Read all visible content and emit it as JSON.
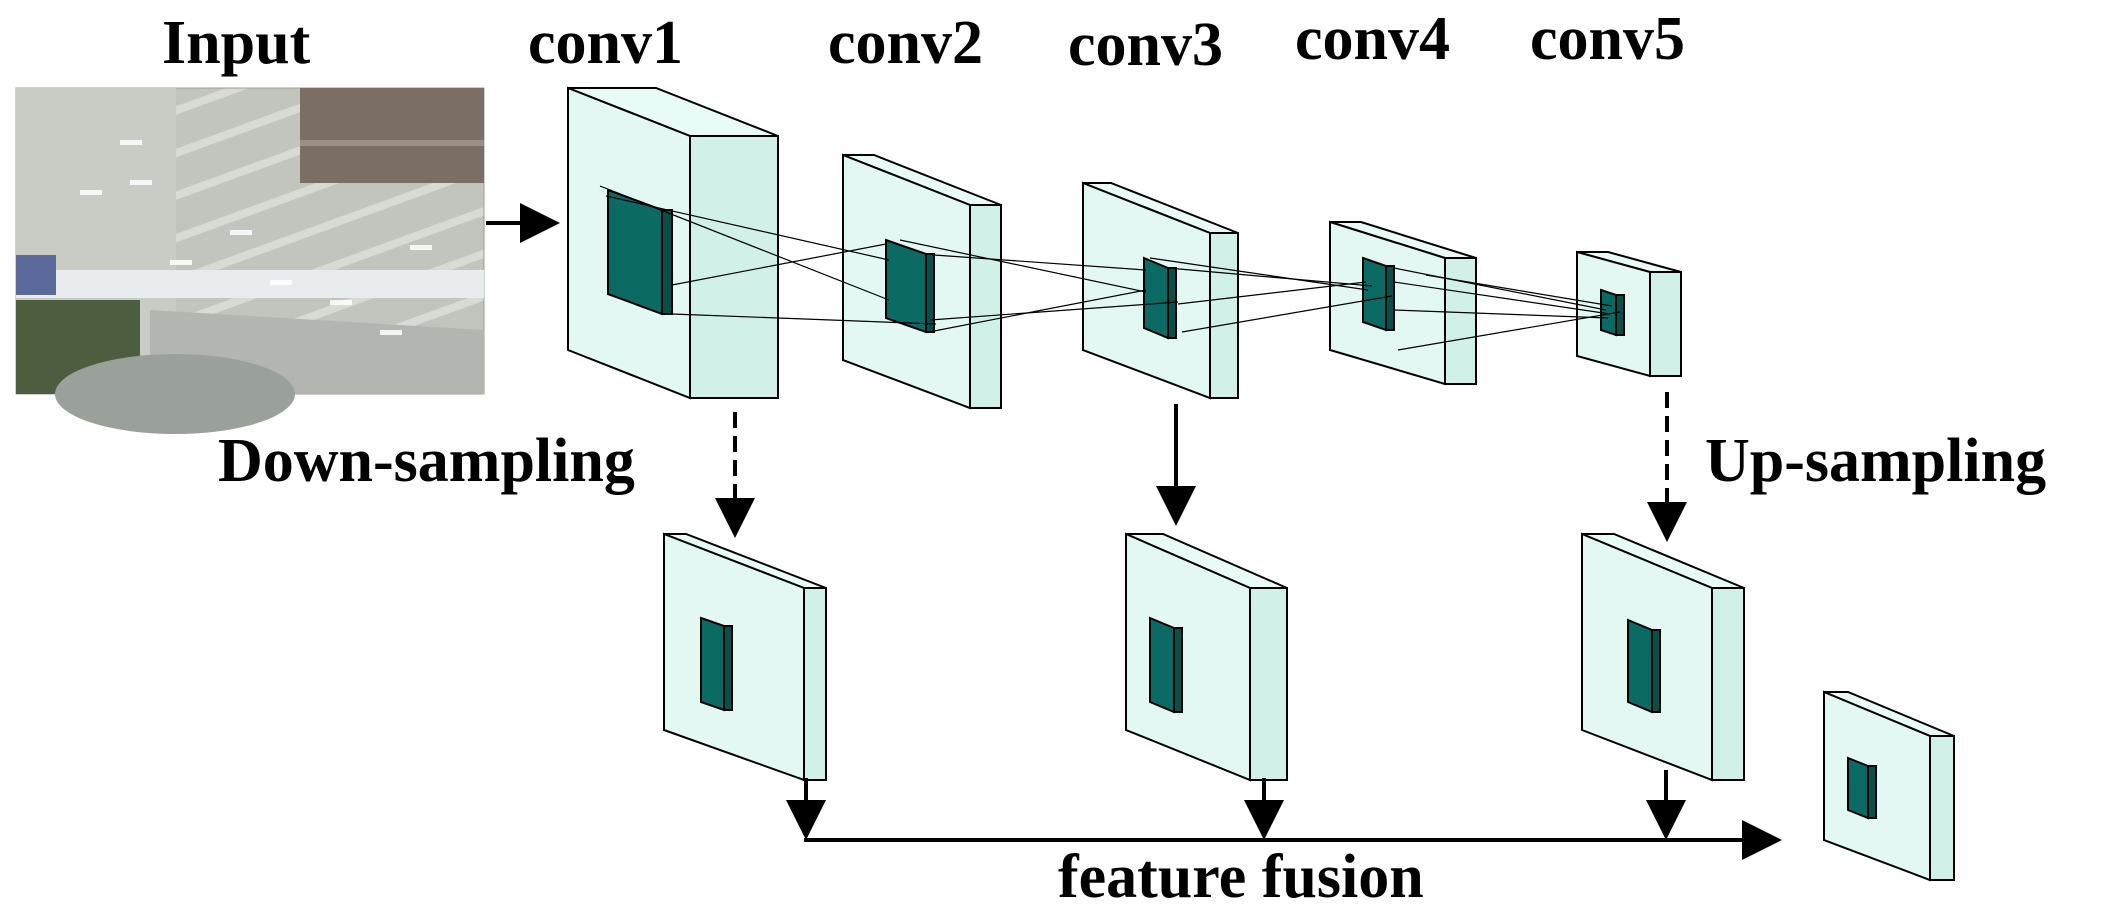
{
  "labels": {
    "input": "Input",
    "conv1": "conv1",
    "conv2": "conv2",
    "conv3": "conv3",
    "conv4": "conv4",
    "conv5": "conv5",
    "down_sampling": "Down-sampling",
    "up_sampling": "Up-sampling",
    "feature_fusion": "feature fusion"
  },
  "colors": {
    "block_face": "#e3f8f2",
    "block_side": "#d0f0e8",
    "kernel_front": "#0b6a63",
    "kernel_side": "#084f4a",
    "stroke": "#000000",
    "photo_base": "#b8bcb4"
  }
}
